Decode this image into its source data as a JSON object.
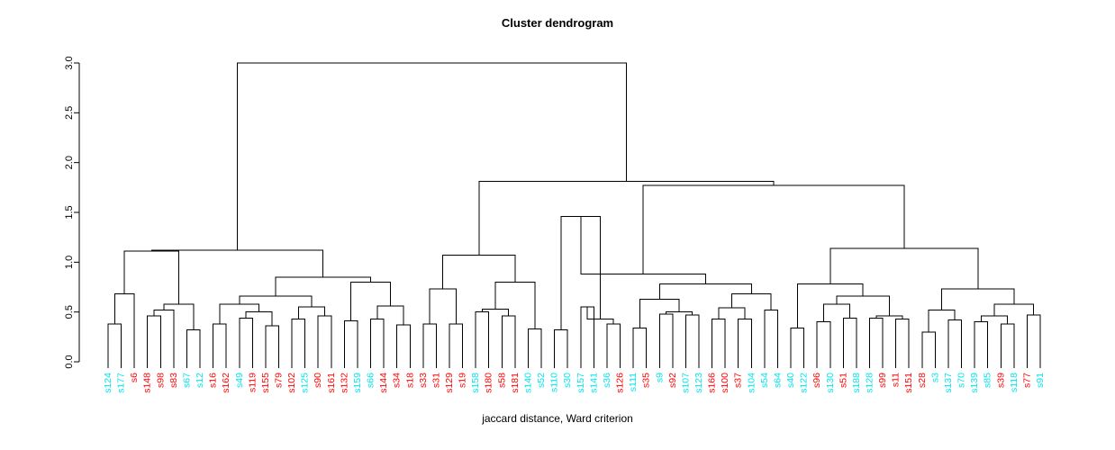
{
  "chart_data": {
    "type": "dendrogram",
    "title": "Cluster dendrogram",
    "xlabel": "jaccard distance, Ward criterion",
    "ylabel": "",
    "ylim": [
      0,
      3.0
    ],
    "yticks": [
      0.0,
      0.5,
      1.0,
      1.5,
      2.0,
      2.5,
      3.0
    ],
    "ytick_labels": [
      "0.0",
      "0.5",
      "1.0",
      "1.5",
      "2.0",
      "2.5",
      "3.0"
    ],
    "grid": false,
    "legend": null,
    "n_leaves": 72,
    "label_colors": {
      "group_a": "#00e5ee",
      "group_b": "#ff0000"
    },
    "leaves": [
      {
        "label": "s124",
        "color": "#00e5ee"
      },
      {
        "label": "s177",
        "color": "#00e5ee"
      },
      {
        "label": "s6",
        "color": "#ff0000"
      },
      {
        "label": "s148",
        "color": "#ff0000"
      },
      {
        "label": "s98",
        "color": "#ff0000"
      },
      {
        "label": "s83",
        "color": "#ff0000"
      },
      {
        "label": "s67",
        "color": "#00e5ee"
      },
      {
        "label": "s12",
        "color": "#00e5ee"
      },
      {
        "label": "s16",
        "color": "#ff0000"
      },
      {
        "label": "s162",
        "color": "#ff0000"
      },
      {
        "label": "s49",
        "color": "#00e5ee"
      },
      {
        "label": "s119",
        "color": "#ff0000"
      },
      {
        "label": "s155",
        "color": "#ff0000"
      },
      {
        "label": "s79",
        "color": "#ff0000"
      },
      {
        "label": "s102",
        "color": "#ff0000"
      },
      {
        "label": "s125",
        "color": "#00e5ee"
      },
      {
        "label": "s90",
        "color": "#ff0000"
      },
      {
        "label": "s161",
        "color": "#ff0000"
      },
      {
        "label": "s132",
        "color": "#ff0000"
      },
      {
        "label": "s159",
        "color": "#00e5ee"
      },
      {
        "label": "s66",
        "color": "#00e5ee"
      },
      {
        "label": "s144",
        "color": "#ff0000"
      },
      {
        "label": "s34",
        "color": "#ff0000"
      },
      {
        "label": "s18",
        "color": "#ff0000"
      },
      {
        "label": "s33",
        "color": "#ff0000"
      },
      {
        "label": "s31",
        "color": "#ff0000"
      },
      {
        "label": "s129",
        "color": "#ff0000"
      },
      {
        "label": "s19",
        "color": "#ff0000"
      },
      {
        "label": "s158",
        "color": "#00e5ee"
      },
      {
        "label": "s180",
        "color": "#ff0000"
      },
      {
        "label": "s58",
        "color": "#ff0000"
      },
      {
        "label": "s181",
        "color": "#ff0000"
      },
      {
        "label": "s140",
        "color": "#00e5ee"
      },
      {
        "label": "s52",
        "color": "#00e5ee"
      },
      {
        "label": "s110",
        "color": "#00e5ee"
      },
      {
        "label": "s30",
        "color": "#00e5ee"
      },
      {
        "label": "s157",
        "color": "#00e5ee"
      },
      {
        "label": "s141",
        "color": "#00e5ee"
      },
      {
        "label": "s36",
        "color": "#00e5ee"
      },
      {
        "label": "s126",
        "color": "#ff0000"
      },
      {
        "label": "s111",
        "color": "#00e5ee"
      },
      {
        "label": "s35",
        "color": "#ff0000"
      },
      {
        "label": "s9",
        "color": "#00e5ee"
      },
      {
        "label": "s92",
        "color": "#ff0000"
      },
      {
        "label": "s107",
        "color": "#00e5ee"
      },
      {
        "label": "s123",
        "color": "#00e5ee"
      },
      {
        "label": "s166",
        "color": "#ff0000"
      },
      {
        "label": "s100",
        "color": "#ff0000"
      },
      {
        "label": "s37",
        "color": "#ff0000"
      },
      {
        "label": "s104",
        "color": "#00e5ee"
      },
      {
        "label": "s54",
        "color": "#00e5ee"
      },
      {
        "label": "s64",
        "color": "#00e5ee"
      },
      {
        "label": "s40",
        "color": "#00e5ee"
      },
      {
        "label": "s122",
        "color": "#00e5ee"
      },
      {
        "label": "s96",
        "color": "#ff0000"
      },
      {
        "label": "s130",
        "color": "#00e5ee"
      },
      {
        "label": "s51",
        "color": "#ff0000"
      },
      {
        "label": "s188",
        "color": "#00e5ee"
      },
      {
        "label": "s128",
        "color": "#00e5ee"
      },
      {
        "label": "s99",
        "color": "#ff0000"
      },
      {
        "label": "s11",
        "color": "#ff0000"
      },
      {
        "label": "s151",
        "color": "#ff0000"
      },
      {
        "label": "s28",
        "color": "#ff0000"
      },
      {
        "label": "s3",
        "color": "#00e5ee"
      },
      {
        "label": "s137",
        "color": "#00e5ee"
      },
      {
        "label": "s70",
        "color": "#00e5ee"
      },
      {
        "label": "s139",
        "color": "#00e5ee"
      },
      {
        "label": "s85",
        "color": "#00e5ee"
      },
      {
        "label": "s39",
        "color": "#ff0000"
      },
      {
        "label": "s118",
        "color": "#00e5ee"
      },
      {
        "label": "s77",
        "color": "#ff0000"
      },
      {
        "label": "s91",
        "color": "#00e5ee"
      }
    ],
    "merges": [
      {
        "a": {
          "leaf": 0
        },
        "b": {
          "leaf": 1
        },
        "h": 0.38
      },
      {
        "a": {
          "node": 0
        },
        "b": {
          "leaf": 2
        },
        "h": 0.68
      },
      {
        "a": {
          "leaf": 3
        },
        "b": {
          "leaf": 4
        },
        "h": 0.46
      },
      {
        "a": {
          "node": 2
        },
        "b": {
          "leaf": 5
        },
        "h": 0.52
      },
      {
        "a": {
          "leaf": 6
        },
        "b": {
          "leaf": 7
        },
        "h": 0.32
      },
      {
        "a": {
          "node": 3
        },
        "b": {
          "node": 4
        },
        "h": 0.58
      },
      {
        "a": {
          "node": 1
        },
        "b": {
          "node": 5
        },
        "h": 1.11
      },
      {
        "a": {
          "leaf": 8
        },
        "b": {
          "leaf": 9
        },
        "h": 0.38
      },
      {
        "a": {
          "leaf": 10
        },
        "b": {
          "leaf": 11
        },
        "h": 0.44
      },
      {
        "a": {
          "leaf": 12
        },
        "b": {
          "leaf": 13
        },
        "h": 0.36
      },
      {
        "a": {
          "node": 8
        },
        "b": {
          "node": 9
        },
        "h": 0.5
      },
      {
        "a": {
          "node": 7
        },
        "b": {
          "node": 10
        },
        "h": 0.58
      },
      {
        "a": {
          "leaf": 14
        },
        "b": {
          "leaf": 15
        },
        "h": 0.43
      },
      {
        "a": {
          "leaf": 16
        },
        "b": {
          "leaf": 17
        },
        "h": 0.46
      },
      {
        "a": {
          "node": 12
        },
        "b": {
          "node": 13
        },
        "h": 0.55
      },
      {
        "a": {
          "node": 11
        },
        "b": {
          "node": 14
        },
        "h": 0.66
      },
      {
        "a": {
          "leaf": 18
        },
        "b": {
          "leaf": 19
        },
        "h": 0.41
      },
      {
        "a": {
          "leaf": 20
        },
        "b": {
          "leaf": 21
        },
        "h": 0.43
      },
      {
        "a": {
          "leaf": 22
        },
        "b": {
          "leaf": 23
        },
        "h": 0.37
      },
      {
        "a": {
          "node": 17
        },
        "b": {
          "node": 18
        },
        "h": 0.56
      },
      {
        "a": {
          "node": 16
        },
        "b": {
          "node": 19
        },
        "h": 0.8
      },
      {
        "a": {
          "node": 15
        },
        "b": {
          "node": 20
        },
        "h": 0.85
      },
      {
        "a": {
          "node": 6
        },
        "b": {
          "node": 21
        },
        "h": 1.12
      },
      {
        "a": {
          "leaf": 24
        },
        "b": {
          "leaf": 25
        },
        "h": 0.38
      },
      {
        "a": {
          "leaf": 26
        },
        "b": {
          "leaf": 27
        },
        "h": 0.38
      },
      {
        "a": {
          "node": 23
        },
        "b": {
          "node": 24
        },
        "h": 0.73
      },
      {
        "a": {
          "leaf": 28
        },
        "b": {
          "leaf": 29
        },
        "h": 0.5
      },
      {
        "a": {
          "leaf": 30
        },
        "b": {
          "leaf": 31
        },
        "h": 0.46
      },
      {
        "a": {
          "node": 26
        },
        "b": {
          "node": 27
        },
        "h": 0.53
      },
      {
        "a": {
          "leaf": 32
        },
        "b": {
          "leaf": 33
        },
        "h": 0.33
      },
      {
        "a": {
          "node": 28
        },
        "b": {
          "node": 29
        },
        "h": 0.8
      },
      {
        "a": {
          "node": 25
        },
        "b": {
          "node": 30
        },
        "h": 1.07
      },
      {
        "a": {
          "leaf": 34
        },
        "b": {
          "leaf": 35
        },
        "h": 0.32
      },
      {
        "a": {
          "leaf": 36
        },
        "b": {
          "leaf": 37
        },
        "h": 0.55
      },
      {
        "a": {
          "leaf": 38
        },
        "b": {
          "leaf": 39
        },
        "h": 0.38
      },
      {
        "a": {
          "node": 33
        },
        "b": {
          "node": 34
        },
        "h": 0.43
      },
      {
        "a": {
          "node": 32
        },
        "b": {
          "node": 35
        },
        "h": 1.46
      },
      {
        "a": {
          "leaf": 40
        },
        "b": {
          "leaf": 41
        },
        "h": 0.34
      },
      {
        "a": {
          "leaf": 42
        },
        "b": {
          "leaf": 43
        },
        "h": 0.48
      },
      {
        "a": {
          "leaf": 44
        },
        "b": {
          "leaf": 45
        },
        "h": 0.47
      },
      {
        "a": {
          "node": 38
        },
        "b": {
          "node": 39
        },
        "h": 0.5
      },
      {
        "a": {
          "node": 37
        },
        "b": {
          "node": 40
        },
        "h": 0.63
      },
      {
        "a": {
          "leaf": 46
        },
        "b": {
          "leaf": 47
        },
        "h": 0.43
      },
      {
        "a": {
          "leaf": 48
        },
        "b": {
          "leaf": 49
        },
        "h": 0.43
      },
      {
        "a": {
          "node": 42
        },
        "b": {
          "node": 43
        },
        "h": 0.54
      },
      {
        "a": {
          "leaf": 50
        },
        "b": {
          "leaf": 51
        },
        "h": 0.52
      },
      {
        "a": {
          "node": 44
        },
        "b": {
          "node": 45
        },
        "h": 0.68
      },
      {
        "a": {
          "node": 41
        },
        "b": {
          "node": 46
        },
        "h": 0.78
      },
      {
        "a": {
          "node": 36
        },
        "b": {
          "node": 47
        },
        "h": 0.88
      },
      {
        "a": {
          "leaf": 52
        },
        "b": {
          "leaf": 53
        },
        "h": 0.34
      },
      {
        "a": {
          "leaf": 54
        },
        "b": {
          "leaf": 55
        },
        "h": 0.4
      },
      {
        "a": {
          "leaf": 56
        },
        "b": {
          "leaf": 57
        },
        "h": 0.44
      },
      {
        "a": {
          "node": 50
        },
        "b": {
          "node": 51
        },
        "h": 0.58
      },
      {
        "a": {
          "leaf": 58
        },
        "b": {
          "leaf": 59
        },
        "h": 0.44
      },
      {
        "a": {
          "leaf": 60
        },
        "b": {
          "leaf": 61
        },
        "h": 0.43
      },
      {
        "a": {
          "node": 53
        },
        "b": {
          "node": 54
        },
        "h": 0.46
      },
      {
        "a": {
          "node": 52
        },
        "b": {
          "node": 55
        },
        "h": 0.66
      },
      {
        "a": {
          "node": 49
        },
        "b": {
          "node": 56
        },
        "h": 0.78
      },
      {
        "a": {
          "leaf": 62
        },
        "b": {
          "leaf": 63
        },
        "h": 0.3
      },
      {
        "a": {
          "leaf": 64
        },
        "b": {
          "leaf": 65
        },
        "h": 0.42
      },
      {
        "a": {
          "node": 58
        },
        "b": {
          "node": 59
        },
        "h": 0.52
      },
      {
        "a": {
          "leaf": 66
        },
        "b": {
          "leaf": 67
        },
        "h": 0.4
      },
      {
        "a": {
          "leaf": 68
        },
        "b": {
          "leaf": 69
        },
        "h": 0.38
      },
      {
        "a": {
          "node": 61
        },
        "b": {
          "node": 62
        },
        "h": 0.46
      },
      {
        "a": {
          "leaf": 70
        },
        "b": {
          "leaf": 71
        },
        "h": 0.47
      },
      {
        "a": {
          "node": 63
        },
        "b": {
          "node": 64
        },
        "h": 0.58
      },
      {
        "a": {
          "node": 60
        },
        "b": {
          "node": 65
        },
        "h": 0.73
      },
      {
        "a": {
          "node": 57
        },
        "b": {
          "node": 66
        },
        "h": 1.14
      },
      {
        "a": {
          "node": 48
        },
        "b": {
          "node": 67
        },
        "h": 1.77
      },
      {
        "a": {
          "node": 31
        },
        "b": {
          "node": 68
        },
        "h": 1.81
      },
      {
        "a": {
          "node": 22
        },
        "b": {
          "node": 69
        },
        "h": 3.0
      }
    ]
  },
  "plot": {
    "title": "Cluster dendrogram",
    "xlabel": "jaccard distance, Ward criterion"
  }
}
